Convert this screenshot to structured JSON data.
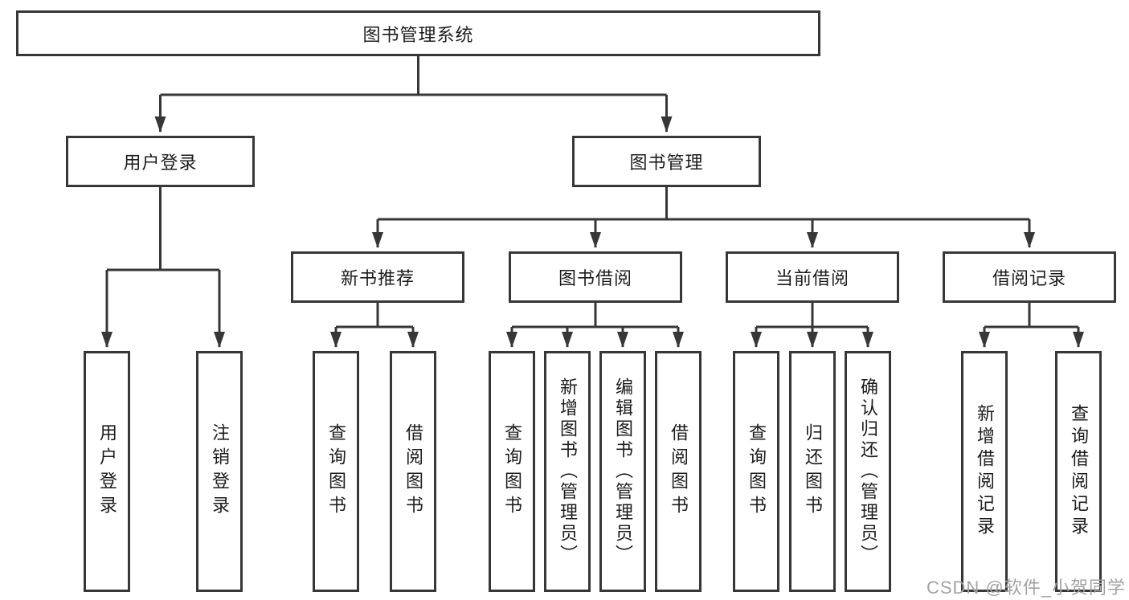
{
  "title": "图书管理系统",
  "watermark": "CSDN @软件_小贺同学",
  "colors": {
    "line": "#373737",
    "box_border": "#373737",
    "text": "#1c1c1c",
    "watermark": "#a3a3a3",
    "background": "#ffffff"
  },
  "nodes": {
    "root": "图书管理系统",
    "level2": {
      "user_login": "用户登录",
      "book_mgmt": "图书管理"
    },
    "level3": {
      "new_book_rec": "新书推荐",
      "book_borrow": "图书借阅",
      "current_borrow": "当前借阅",
      "borrow_records": "借阅记录"
    },
    "leaves": {
      "user_login": "用户登录",
      "logout": "注销登录",
      "nbr_query_books": "查询图书",
      "nbr_borrow_books": "借阅图书",
      "bb_query_books": "查询图书",
      "bb_add_books_admin": "新增图书（管理员）",
      "bb_edit_books_admin": "编辑图书（管理员）",
      "bb_borrow_books": "借阅图书",
      "cb_query_books": "查询图书",
      "cb_return_books": "归还图书",
      "cb_confirm_return_admin": "确认归还（管理员）",
      "br_add_record": "新增借阅记录",
      "br_query_record": "查询借阅记录"
    }
  }
}
